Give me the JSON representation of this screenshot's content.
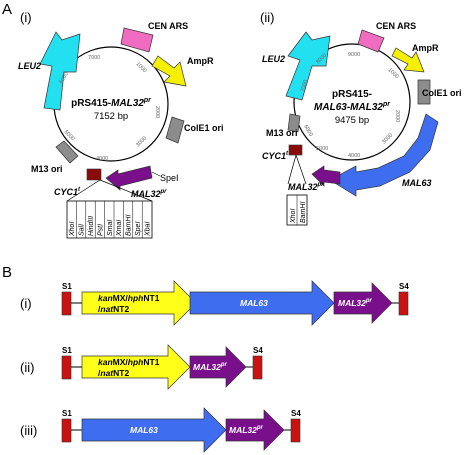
{
  "panels": {
    "a": "A",
    "b": "B"
  },
  "plasmids": [
    {
      "roman": "(i)",
      "name_line1": "pRS415-",
      "name_line1_italic": "MAL32",
      "name_line1_sup": "pr",
      "size": "7152 bp",
      "ticks": [
        "7000",
        "1000",
        "2000",
        "3000",
        "4000",
        "5000",
        "6000"
      ],
      "features": {
        "cen_ars": "CEN ARS",
        "ampr": "AmpR",
        "cole1": "ColE1 ori",
        "leu2": "LEU2",
        "m13": "M13 ori",
        "cyc1": "CYC1",
        "cyc1_sup": "t",
        "mal32": "MAL32",
        "mal32_sup": "pr",
        "spei": "SpeI"
      },
      "mcs_sites": [
        "XhoI",
        "SalI",
        "HindIII",
        "PstI",
        "SmaI",
        "XmaI",
        "BamHI",
        "SpeI",
        "XbaI"
      ]
    },
    {
      "roman": "(ii)",
      "name_line1": "pRS415-",
      "name_line2_a": "MAL63",
      "name_line2_b": "-",
      "name_line2_c": "MAL32",
      "name_line2_sup": "pr",
      "size": "9475 bp",
      "ticks": [
        "9000",
        "1000",
        "2000",
        "3000",
        "4000",
        "5000",
        "6000",
        "7000",
        "8000"
      ],
      "features": {
        "cen_ars": "CEN ARS",
        "ampr": "AmpR",
        "cole1": "ColE1 ori",
        "leu2": "LEU2",
        "m13": "M13 ori",
        "cyc1": "CYC1",
        "cyc1_sup": "t",
        "mal32": "MAL32",
        "mal32_sup": "pr",
        "mal63": "MAL63"
      },
      "mcs_sites": [
        "XhoI",
        "BamHI"
      ]
    }
  ],
  "constructs": [
    {
      "roman": "(i)",
      "s1": "S1",
      "s4": "S4",
      "marker_line1_a": "kan",
      "marker_line1_b": "MX/",
      "marker_line1_c": "hph",
      "marker_line1_d": "NT1",
      "marker_line2_a": "/",
      "marker_line2_b": "nat",
      "marker_line2_c": "NT2",
      "mal63": "MAL63",
      "mal32": "MAL32",
      "mal32_sup": "pr"
    },
    {
      "roman": "(ii)",
      "s1": "S1",
      "s4": "S4",
      "marker_line1_a": "kan",
      "marker_line1_b": "MX/",
      "marker_line1_c": "hph",
      "marker_line1_d": "NT1",
      "marker_line2_a": "/",
      "marker_line2_b": "nat",
      "marker_line2_c": "NT2",
      "mal32": "MAL32",
      "mal32_sup": "pr"
    },
    {
      "roman": "(iii)",
      "s1": "S1",
      "s4": "S4",
      "mal63": "MAL63",
      "mal32": "MAL32",
      "mal32_sup": "pr"
    }
  ],
  "colors": {
    "cen_ars": "#f06cc0",
    "ampr": "#f5f000",
    "cole1": "#8c8c8c",
    "leu2": "#22e0f0",
    "m13": "#8c8c8c",
    "cyc1": "#8b0a0a",
    "mal32": "#7a0f8c",
    "mal63": "#3f6df0",
    "marker": "#ffff1a",
    "site": "#cc1111"
  }
}
